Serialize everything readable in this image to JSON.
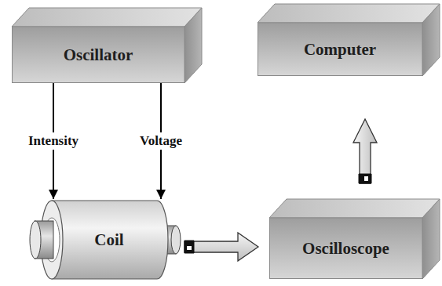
{
  "diagram": {
    "nodes": [
      {
        "text": [
          "Oscillator"
        ]
      },
      {
        "text": [
          "Computer"
        ]
      },
      {
        "text": [
          "Coil"
        ]
      },
      {
        "text": [
          "Oscilloscope"
        ]
      }
    ],
    "edges": [
      {
        "from": 0,
        "to": 2,
        "label": "Intensity",
        "arrow": "to"
      },
      {
        "from": 0,
        "to": 2,
        "label": "Voltage",
        "arrow": "to"
      },
      {
        "from": 2,
        "to": 3,
        "arrow": "to"
      },
      {
        "from": 3,
        "to": 1,
        "arrow": "to"
      }
    ]
  }
}
